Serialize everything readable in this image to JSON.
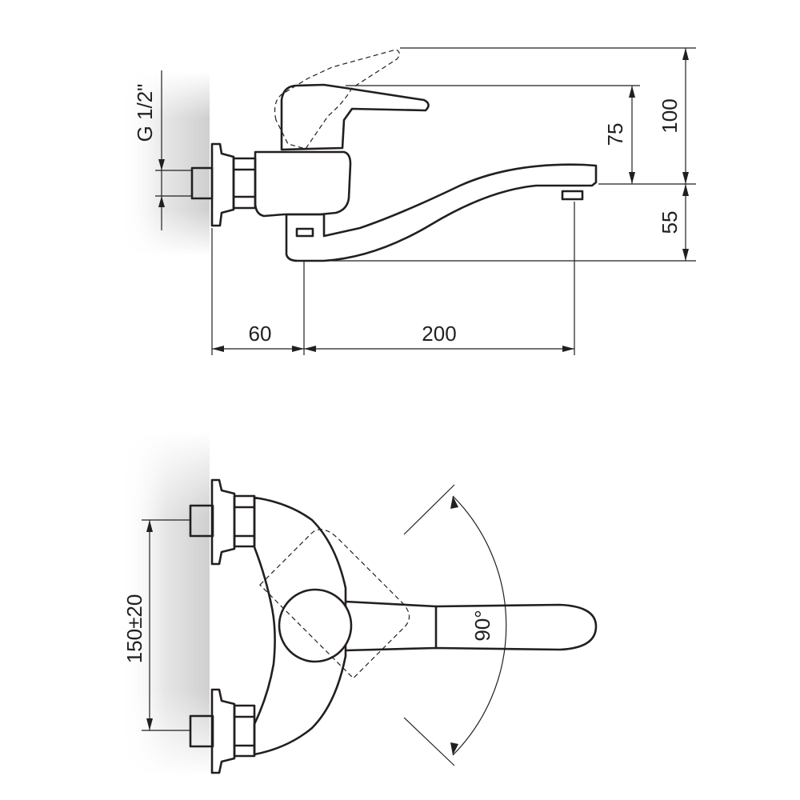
{
  "side_view": {
    "thread_label": "G 1/2\"",
    "dim_wall_to_spout": "60",
    "dim_spout_reach": "200",
    "dim_handle_height": "75",
    "dim_lever_open_height": "100",
    "dim_spout_height": "55"
  },
  "top_view": {
    "dim_inlet_spacing": "150±20",
    "dim_rotation_angle": "90°"
  },
  "colors": {
    "ink": "#231f20",
    "wall_shade": "#d9d9d9",
    "background": "#ffffff"
  }
}
